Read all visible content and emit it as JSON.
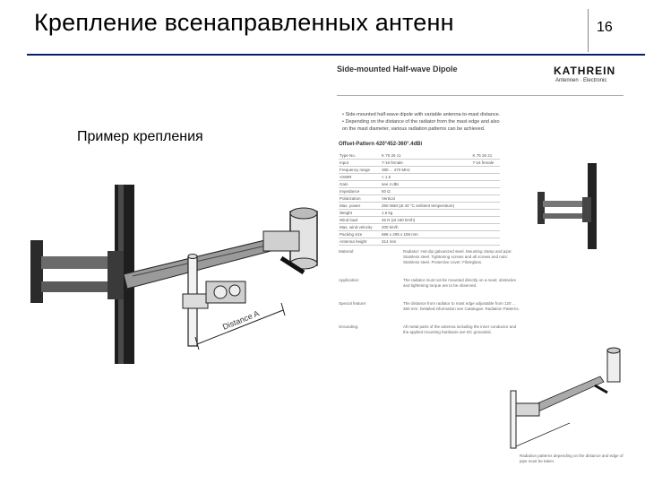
{
  "slide": {
    "title": "Крепление всенаправленных антенн",
    "number": "16",
    "caption": "Пример крепления"
  },
  "figure": {
    "dimension_label": "Distance A"
  },
  "datasheet": {
    "title": "Side-mounted Half-wave Dipole",
    "brand": "KATHREIN",
    "brand_subtitle": "Antennen · Electronic",
    "bullets": [
      "• Side-mounted half-wave dipole with variable antenna-to-mast distance.",
      "• Depending on the distance of the radiator from the mast edge and also",
      "  on the mast diameter, various radiation patterns can be achieved."
    ],
    "spec_heading": "Offset-Pattern 420°452-360°.4dBi",
    "spec_rows": [
      [
        "Type No.",
        "K 75 26 11",
        "K 75 26 21"
      ],
      [
        "Input",
        "7-16 female",
        "7-16 female"
      ],
      [
        "Frequency range",
        "380 ... 470 MHz",
        ""
      ],
      [
        "VSWR",
        "< 1.5",
        ""
      ],
      [
        "Gain",
        "see 4 dBi",
        ""
      ],
      [
        "Impedance",
        "50 Ω",
        ""
      ],
      [
        "Polarization",
        "Vertical",
        ""
      ],
      [
        "Max. power",
        "250 Watt (at 40 °C ambient temperature)",
        ""
      ],
      [
        "Weight",
        "1.6 kg",
        ""
      ],
      [
        "Wind load",
        "45 N (at 150 km/h)",
        ""
      ],
      [
        "Max. wind velocity",
        "200 km/h",
        ""
      ],
      [
        "Packing size",
        "686 x 205 x 158 mm",
        ""
      ],
      [
        "Antenna height",
        "314 mm",
        ""
      ]
    ],
    "notes": [
      {
        "label": "Material:",
        "text": "Radiator: Hot-dip galvanized steel. Mounting clamp and pipe: Stainless steel. Tightening screws and all screws and nuts: Stainless steel. Protective cover: Fiberglass."
      },
      {
        "label": "Application:",
        "text": "The radiator must not be mounted directly on a mast; obstacles and tightening torque are to be observed."
      },
      {
        "label": "Special feature:",
        "text": "The distance from radiator to mast edge adjustable from 120 ... 360 mm. Detailed information see Catalogue: Radiation Patterns."
      },
      {
        "label": "Grounding:",
        "text": "All metal parts of the antenna including the inner conductor and the applied mounting hardware are DC grounded."
      }
    ],
    "figure_caption": "Radiation patterns depending on the distance and edge of pipe must be taken."
  }
}
